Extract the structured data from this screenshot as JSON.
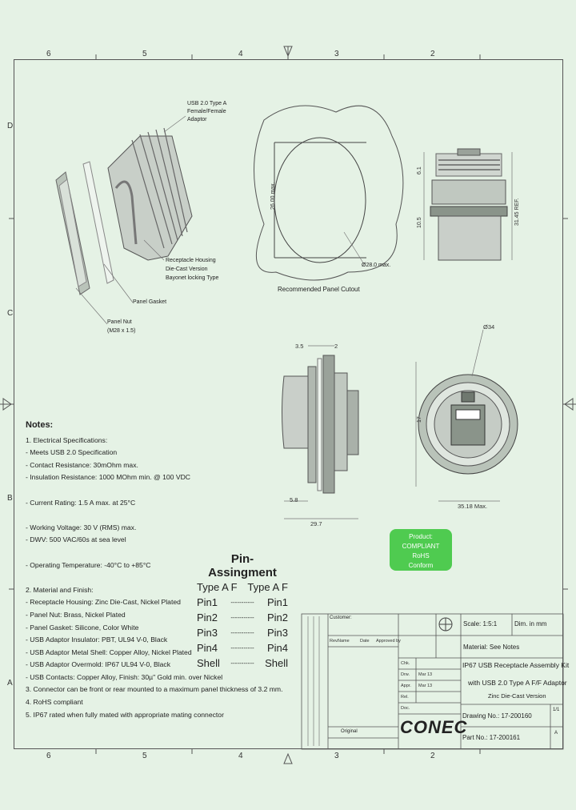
{
  "zones": {
    "top": [
      "6",
      "5",
      "4",
      "3",
      "2"
    ],
    "bottom": [
      "6",
      "5",
      "4",
      "3",
      "2"
    ],
    "left": [
      "D",
      "C",
      "B",
      "A"
    ]
  },
  "notes": {
    "heading": "Notes:",
    "lines": [
      "1. Electrical Specifications:",
      "  - Meets USB 2.0 Specification",
      "  - Contact Resistance: 30mOhm max.",
      "  - Insulation Resistance: 1000 MOhm min. @ 100 VDC",
      "",
      "  - Current Rating: 1.5 A max. at 25°C",
      "",
      "  - Working Voltage: 30 V (RMS) max.",
      "  - DWV: 500 VAC/60s at sea level",
      "",
      "  - Operating Temperature: -40°C to +85°C",
      "",
      "2. Material and Finish:",
      "  - Receptacle Housing: Zinc Die-Cast, Nickel Plated",
      "  - Panel Nut: Brass, Nickel Plated",
      "  - Panel Gasket: Silicone, Color White",
      "  - USB Adaptor Insulator: PBT, UL94 V-0, Black",
      "  - USB Adaptor Metal Shell: Copper Alloy, Nickel Plated",
      "  - USB Adaptor Overmold: IP67 UL94 V-0, Black",
      "  - USB Contacts: Copper Alloy, Finish: 30µ\" Gold min. over Nickel",
      "3. Connector can be front or rear mounted to a maximum panel thickness of 3.2 mm.",
      "4. RoHS compliant",
      "5. IP67 rated when fully mated with appropriate mating connector"
    ]
  },
  "pin_assignment": {
    "title": "Pin-Assingment",
    "col_left": "Type A F",
    "col_right": "Type A F",
    "rows": [
      {
        "left": "Pin1",
        "sep": "-----------",
        "right": "Pin1"
      },
      {
        "left": "Pin2",
        "sep": "-----------",
        "right": "Pin2"
      },
      {
        "left": "Pin3",
        "sep": "-----------",
        "right": "Pin3"
      },
      {
        "left": "Pin4",
        "sep": "-----------",
        "right": "Pin4"
      },
      {
        "left": "Shell",
        "sep": "-----------",
        "right": "Shell"
      }
    ]
  },
  "badge": {
    "line1": "Product: COMPLIANT",
    "line2": "RoHS",
    "line3": "Conform"
  },
  "callouts": {
    "adaptor": [
      "USB 2.0 Type A",
      "Female/Female",
      "Adaptor"
    ],
    "housing": [
      "Receptacle Housing",
      "Die-Cast Version",
      "Bayonet locking Type"
    ],
    "gasket": "Panel Gasket",
    "nut": [
      "Panel Nut",
      "(M28 x 1.5)"
    ],
    "cutout": "Recommended Panel Cutout",
    "cutout_dia": "Ø28.0 max.",
    "cutout_h": "26.00 max."
  },
  "dims": {
    "d1": "6.1",
    "d2": "10.5",
    "d3": "31.45 REF.",
    "d4": "3.5",
    "d5": "2",
    "d6": "5.8",
    "d7": "29.7",
    "d8": "Ø34",
    "d9": "17",
    "d10": "35.18 Max."
  },
  "title_block": {
    "scale_label": "Scale: 1:5:1",
    "dim_label": "Dim. in mm",
    "material": "Material: See Notes",
    "title1": "IP67 USB Receptacle Assembly Kit",
    "title2": "with USB 2.0 Type A F/F Adaptor",
    "title3": "Zinc Die-Cast Version",
    "drawing_no": "Drawing No.: 17-200160",
    "part_no": "Part No.: 17-200161",
    "customer": "Customer:",
    "brand": "CONEC",
    "original": "Original",
    "rev_header": [
      "Rev.",
      "Date",
      "Name",
      "Approved by"
    ],
    "rows": [
      "Chk.",
      "Drw.",
      "Appr.",
      "Rel.",
      "Doc."
    ],
    "dates": [
      "Mar 13",
      "Mar 13"
    ],
    "sheet": "1/1",
    "rev_val": "A"
  }
}
